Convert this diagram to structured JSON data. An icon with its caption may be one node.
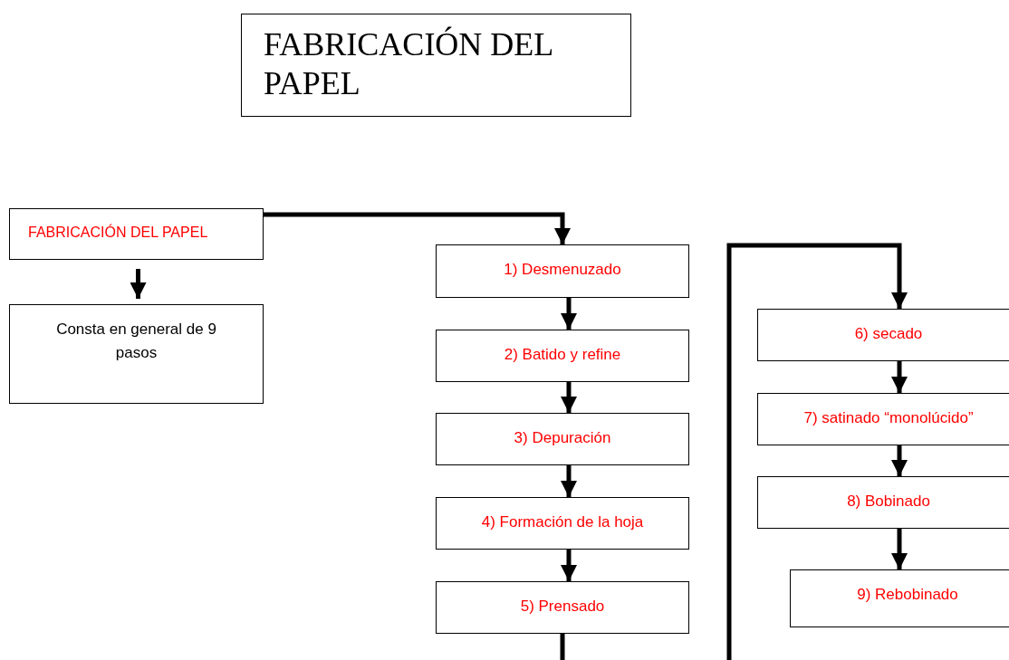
{
  "diagram": {
    "title": "FABRICACIÓN DEL PAPEL",
    "nodes": [
      {
        "text": [
          "FABRICACIÓN DEL PAPEL"
        ]
      },
      {
        "text": [
          "Consta en general de 9 pasos"
        ]
      },
      {
        "text": [
          "1) Desmenuzado"
        ]
      },
      {
        "text": [
          "2) Batido y refine"
        ]
      },
      {
        "text": [
          "3) Depuración"
        ]
      },
      {
        "text": [
          "4) Formación de la hoja"
        ]
      },
      {
        "text": [
          "5) Prensado"
        ]
      },
      {
        "text": [
          "6) secado"
        ]
      },
      {
        "text": [
          "7) satinado “monolúcido”"
        ]
      },
      {
        "text": [
          "8) Bobinado"
        ]
      },
      {
        "text": [
          "9) Rebobinado"
        ]
      }
    ],
    "edges": [
      {
        "from": 0,
        "to": 1,
        "arrow": "to"
      },
      {
        "from": 0,
        "to": 2,
        "arrow": "to"
      },
      {
        "from": 2,
        "to": 3,
        "arrow": "to"
      },
      {
        "from": 3,
        "to": 4,
        "arrow": "to"
      },
      {
        "from": 4,
        "to": 5,
        "arrow": "to"
      },
      {
        "from": 5,
        "to": 6,
        "arrow": "to"
      },
      {
        "from": 6,
        "to": 7,
        "arrow": "to"
      },
      {
        "from": 7,
        "to": 8,
        "arrow": "to"
      },
      {
        "from": 8,
        "to": 9,
        "arrow": "to"
      },
      {
        "from": 9,
        "to": 10,
        "arrow": "to"
      }
    ]
  }
}
